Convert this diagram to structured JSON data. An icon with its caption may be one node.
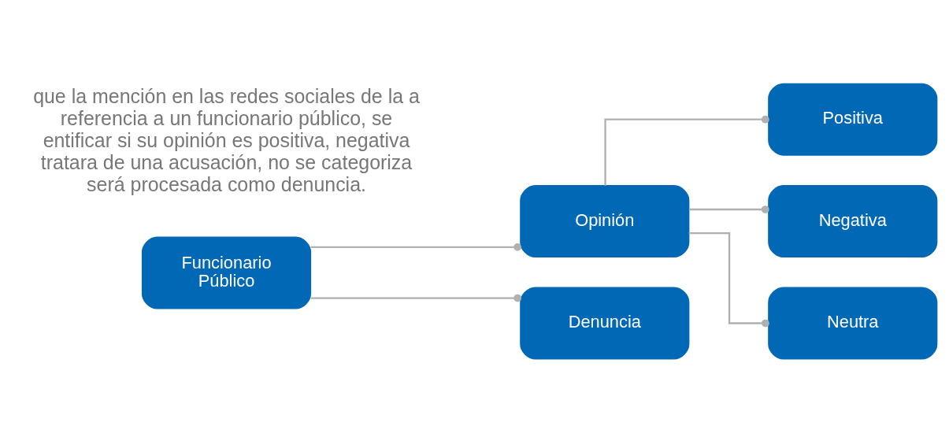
{
  "diagram": {
    "nodes": [
      {
        "text": [
          "Funcionario Público"
        ]
      },
      {
        "text": [
          "Opinión"
        ]
      },
      {
        "text": [
          "Denuncia"
        ]
      },
      {
        "text": [
          "Positiva"
        ]
      },
      {
        "text": [
          "Negativa"
        ]
      },
      {
        "text": [
          "Neutra"
        ]
      }
    ],
    "edges": [
      {
        "from": 0,
        "to": 1,
        "arrow": "other"
      },
      {
        "from": 0,
        "to": 2,
        "arrow": "other"
      },
      {
        "from": 1,
        "to": 3,
        "arrow": "other"
      },
      {
        "from": 1,
        "to": 4,
        "arrow": "other"
      },
      {
        "from": 1,
        "to": 5,
        "arrow": "other"
      }
    ],
    "labels": [
      "que la mención en las redes sociales de la a referencia a un funcionario público, se entificar si su opinión es positiva, negativa tratara de una acusación, no se categoriza será procesada como denuncia."
    ]
  }
}
